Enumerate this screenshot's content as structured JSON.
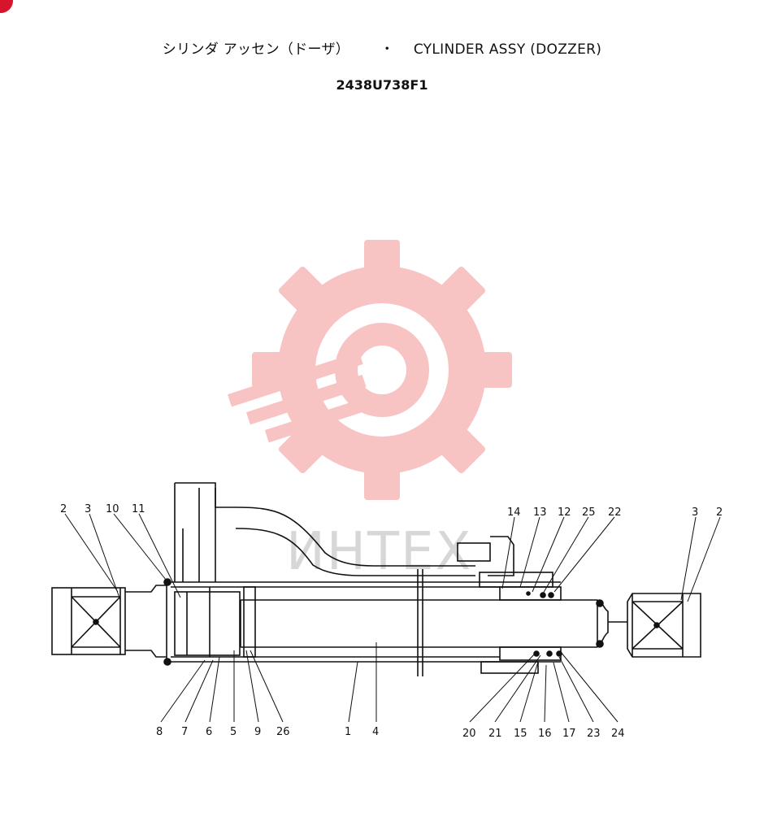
{
  "header": {
    "title_jp": "シリンダ アッセン（ドーザ）",
    "title_sep": "・",
    "title_en": "CYLINDER ASSY (DOZZER)",
    "part_number": "2438U738F1"
  },
  "watermark": {
    "text": "ИНТЕХ",
    "icon": "gear-wrench-logo-icon",
    "color": "#f6b9b9"
  },
  "callouts": {
    "top": [
      "2",
      "3",
      "10",
      "11",
      "14",
      "13",
      "12",
      "25",
      "22",
      "3",
      "2"
    ],
    "bottom": [
      "8",
      "7",
      "6",
      "5",
      "9",
      "26",
      "1",
      "4",
      "20",
      "21",
      "15",
      "16",
      "17",
      "23",
      "24"
    ]
  },
  "colors": {
    "line": "#111111",
    "badge": "#d8142c"
  }
}
